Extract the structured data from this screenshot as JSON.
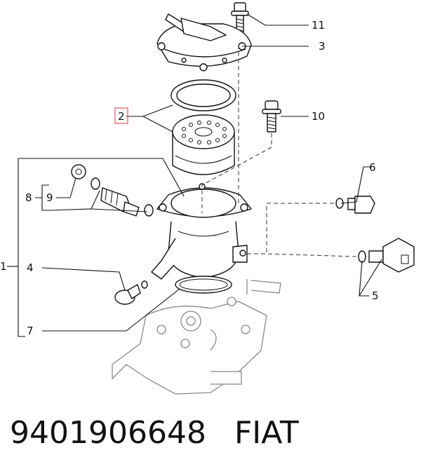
{
  "diagram": {
    "callouts": {
      "c1": "1",
      "c2": "2",
      "c3": "3",
      "c4": "4",
      "c5": "5",
      "c6": "6",
      "c7": "7",
      "c8": "8",
      "c9": "9",
      "c10": "10",
      "c11": "11"
    },
    "highlight_color": "#e05a5a"
  },
  "caption": {
    "part_number": "9401906648",
    "brand": "FIAT"
  }
}
